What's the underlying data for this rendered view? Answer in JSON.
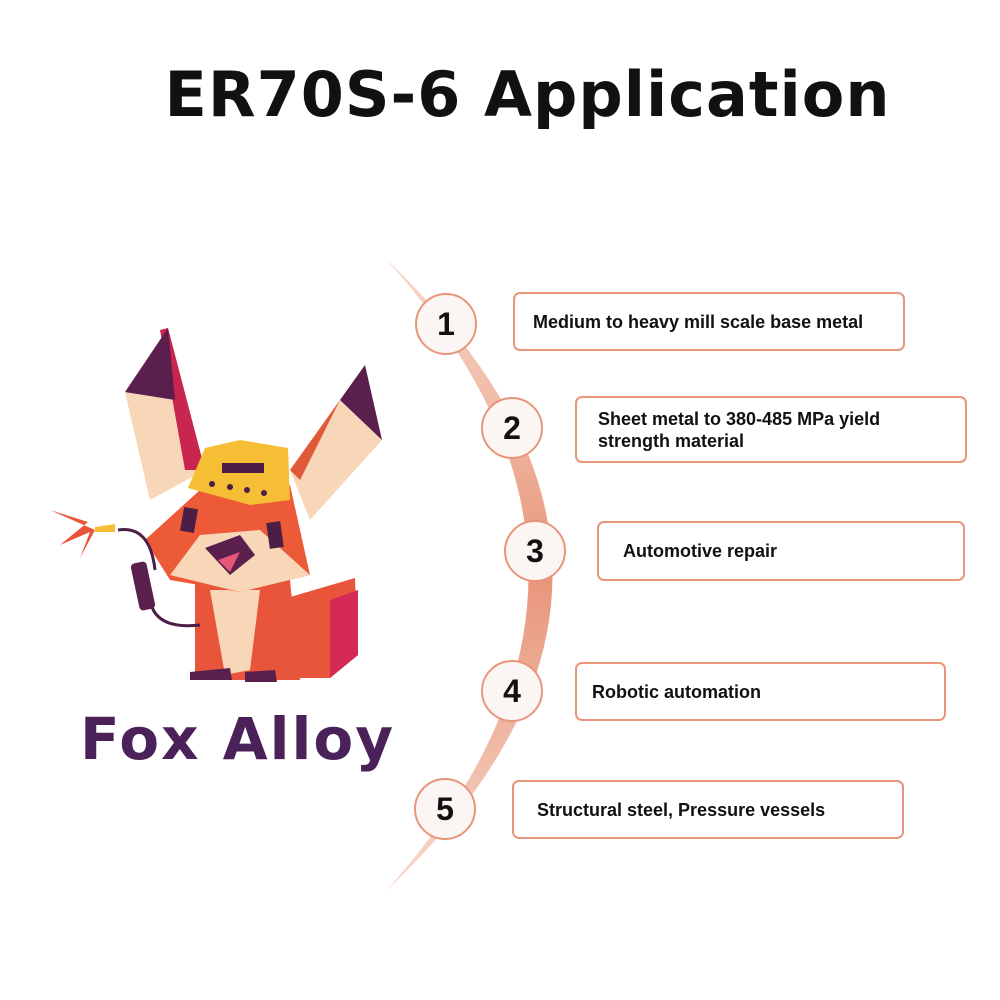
{
  "title": "ER70S-6 Application",
  "brand": "Fox Alloy",
  "colors": {
    "accent": "#e8957a",
    "brand": "#4a2158"
  },
  "items": [
    {
      "number": "1",
      "text": "Medium to heavy mill scale base metal"
    },
    {
      "number": "2",
      "text": "Sheet metal to 380-485 MPa yield strength material"
    },
    {
      "number": "3",
      "text": "Automotive repair"
    },
    {
      "number": "4",
      "text": "Robotic automation"
    },
    {
      "number": "5",
      "text": "Structural steel, Pressure vessels"
    }
  ]
}
